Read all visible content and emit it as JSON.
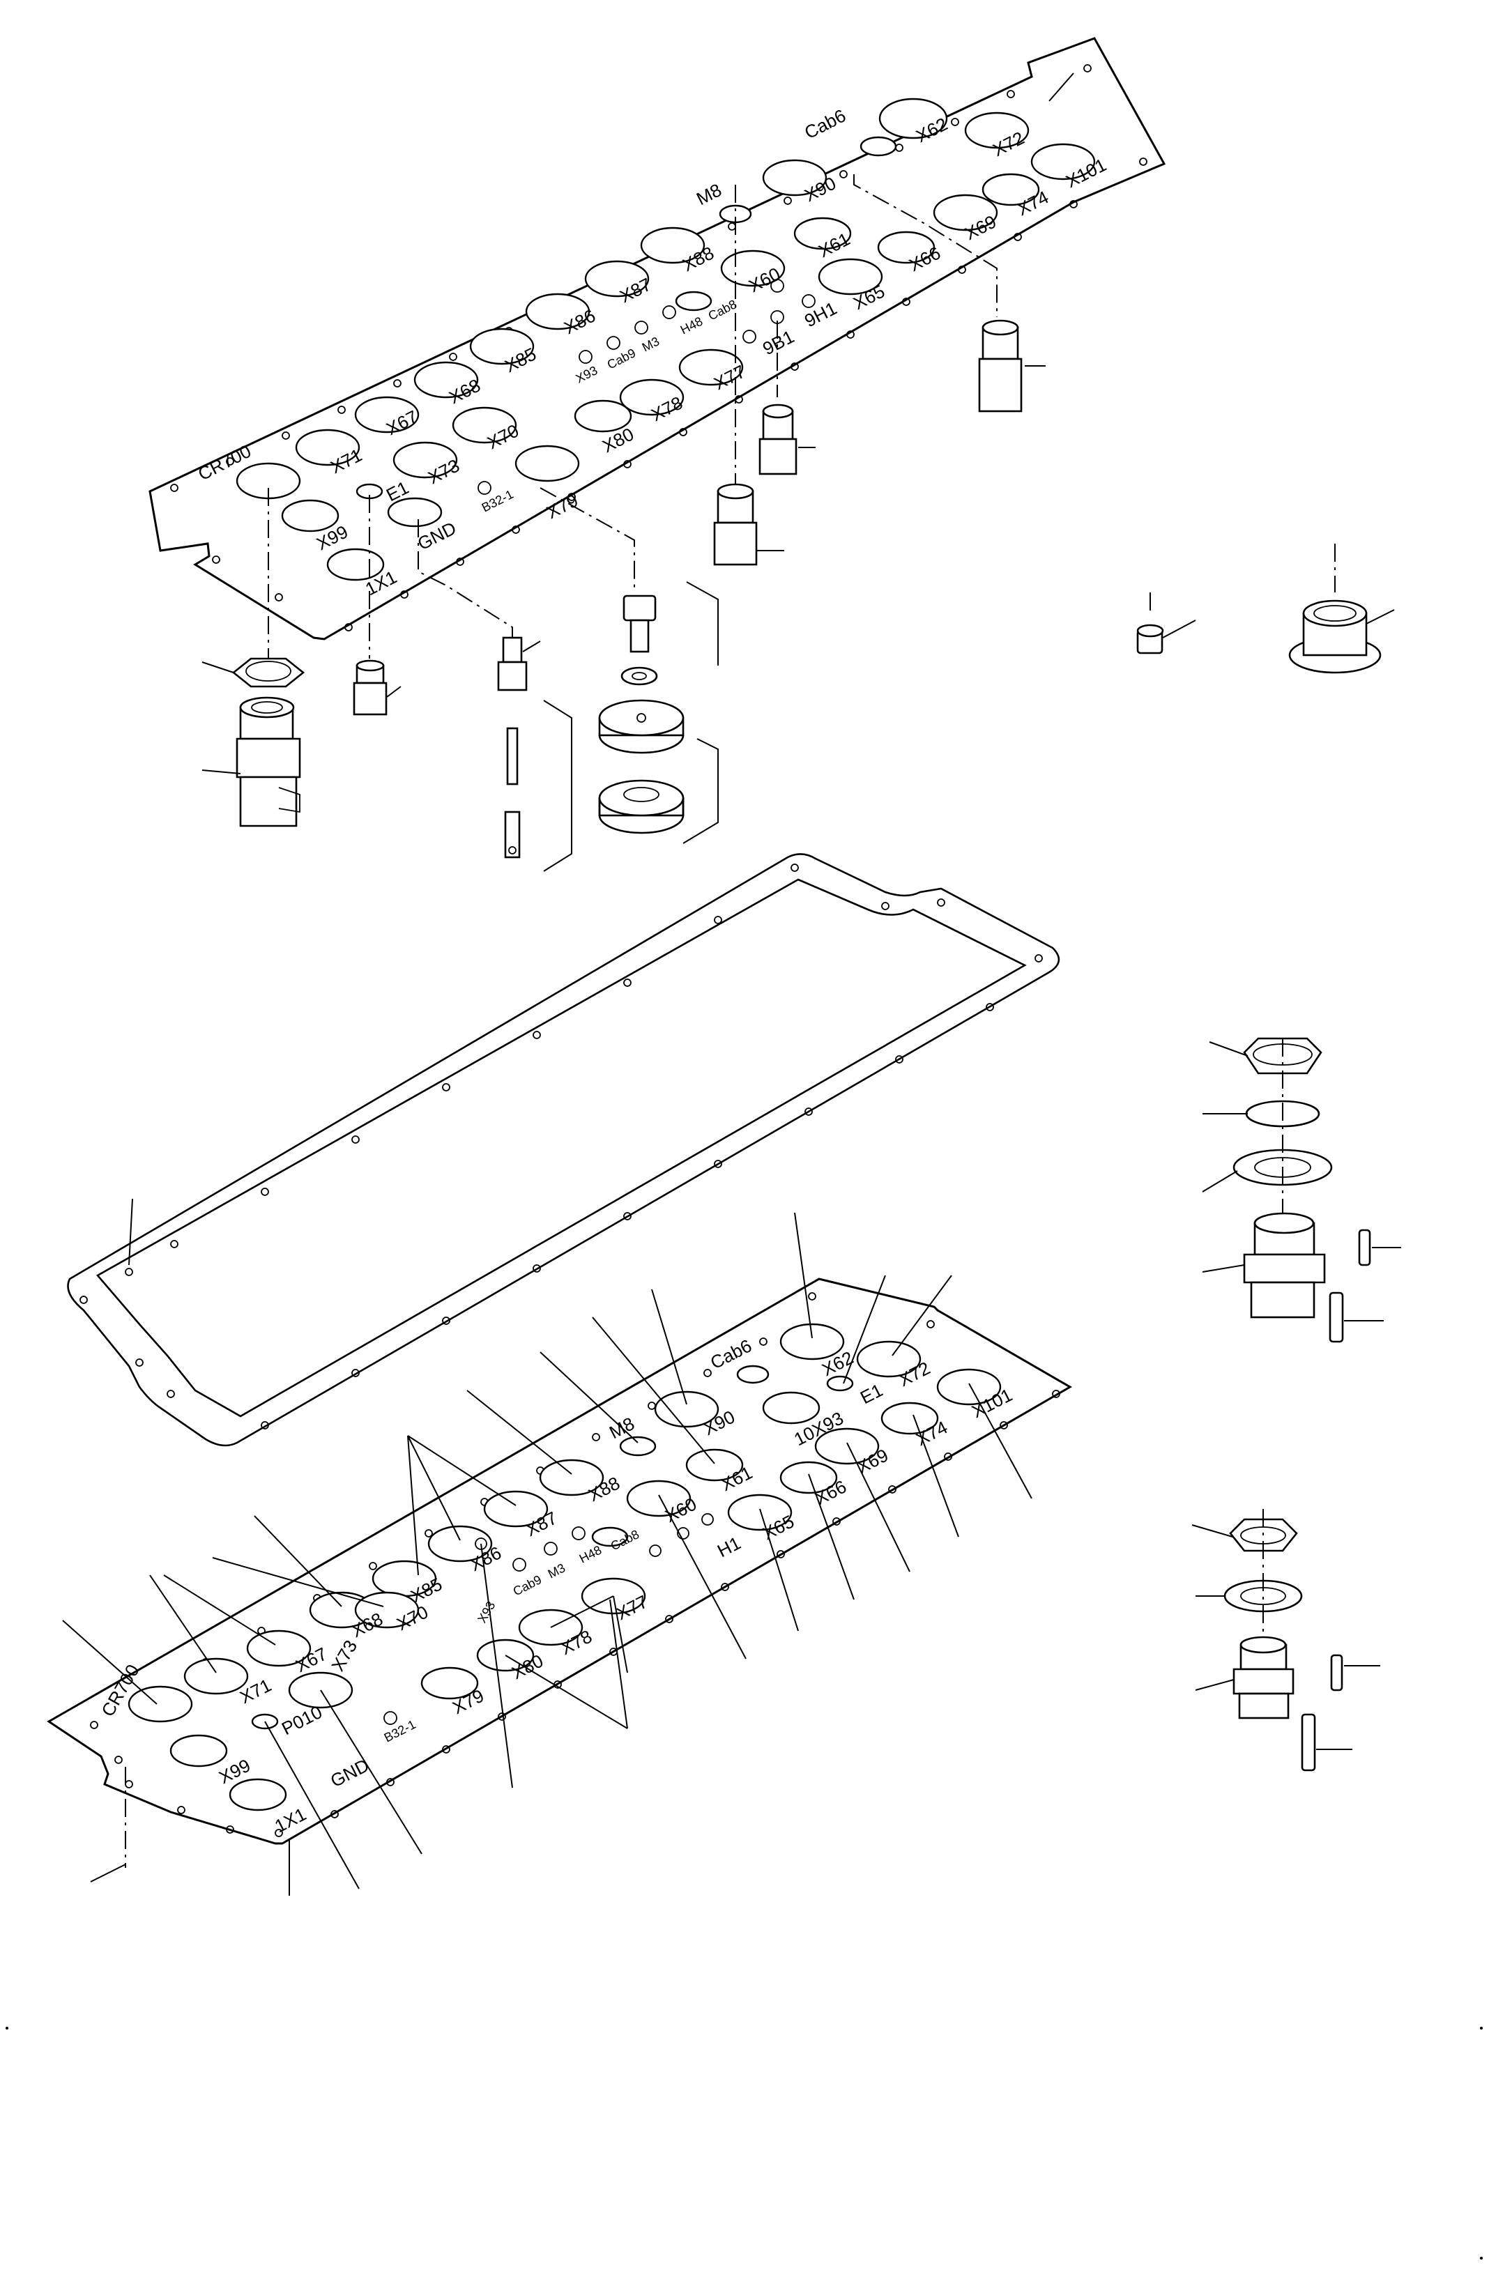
{
  "drawing": {
    "upper_plate_labels": [
      "CR700",
      "X71",
      "X67",
      "X68",
      "X85",
      "X86",
      "X87",
      "X88",
      "M8",
      "X90",
      "Cab6",
      "X62",
      "X72",
      "X101",
      "X74",
      "X69",
      "X66",
      "X65",
      "9H1",
      "9B1",
      "X61",
      "X60",
      "X77",
      "X78",
      "X80",
      "X79",
      "X70",
      "X73",
      "E1",
      "GND",
      "1X1",
      "X99",
      "B32-1",
      "X93",
      "Cab9",
      "M3",
      "H48",
      "Cab8"
    ],
    "lower_plate_labels": [
      "CR700",
      "X71",
      "X67",
      "X68",
      "X85",
      "X86",
      "X87",
      "X88",
      "M8",
      "X90",
      "Cab6",
      "X62",
      "E1",
      "X72",
      "X101",
      "X74",
      "X69",
      "X66",
      "X65",
      "10X93",
      "X61",
      "X60",
      "H1",
      "X77",
      "X78",
      "X80",
      "X79",
      "X70",
      "X73",
      "P010",
      "GND",
      "1X1",
      "X99",
      "B32-1",
      "X93",
      "Cab9",
      "M3",
      "H48",
      "Cab8"
    ]
  }
}
